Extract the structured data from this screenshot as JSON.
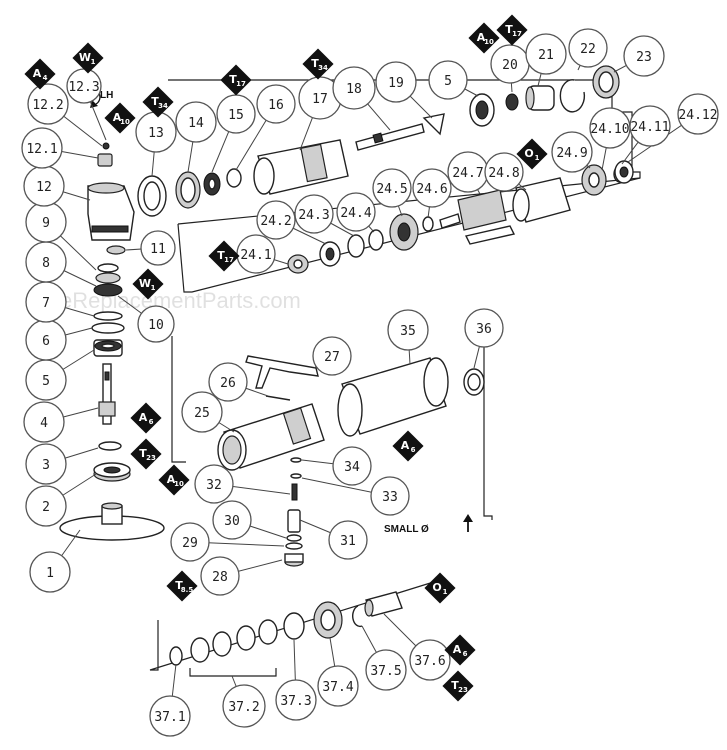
{
  "watermark": "eReplacementParts.com",
  "rotation_label": "LH",
  "note": "SMALL Ø",
  "callouts": [
    "1",
    "2",
    "3",
    "4",
    "5",
    "6",
    "7",
    "8",
    "9",
    "10",
    "11",
    "12",
    "12.1",
    "12.2",
    "12.3",
    "13",
    "14",
    "15",
    "16",
    "17",
    "18",
    "19",
    "5",
    "20",
    "21",
    "22",
    "23",
    "24.1",
    "24.2",
    "24.3",
    "24.4",
    "24.5",
    "24.6",
    "24.7",
    "24.8",
    "24.9",
    "24.10",
    "24.11",
    "24.12",
    "25",
    "26",
    "27",
    "28",
    "29",
    "30",
    "31",
    "32",
    "33",
    "34",
    "35",
    "36",
    "37.1",
    "37.2",
    "37.3",
    "37.4",
    "37.5",
    "37.6"
  ],
  "badges": [
    {
      "letter": "A",
      "sub": "4"
    },
    {
      "letter": "W",
      "sub": "1"
    },
    {
      "letter": "T",
      "sub": "34"
    },
    {
      "letter": "A",
      "sub": "10"
    },
    {
      "letter": "T",
      "sub": "17"
    },
    {
      "letter": "T",
      "sub": "34"
    },
    {
      "letter": "A",
      "sub": "10"
    },
    {
      "letter": "T",
      "sub": "17"
    },
    {
      "letter": "O",
      "sub": "1"
    },
    {
      "letter": "T",
      "sub": "17"
    },
    {
      "letter": "W",
      "sub": "1"
    },
    {
      "letter": "A",
      "sub": "6"
    },
    {
      "letter": "T",
      "sub": "23"
    },
    {
      "letter": "A",
      "sub": "6"
    },
    {
      "letter": "A",
      "sub": "10"
    },
    {
      "letter": "T",
      "sub": "8.5"
    },
    {
      "letter": "O",
      "sub": "1"
    },
    {
      "letter": "A",
      "sub": "6"
    },
    {
      "letter": "T",
      "sub": "23"
    }
  ],
  "colors": {
    "line": "#222222",
    "badge": "#111111",
    "circle_stroke": "#555555"
  }
}
